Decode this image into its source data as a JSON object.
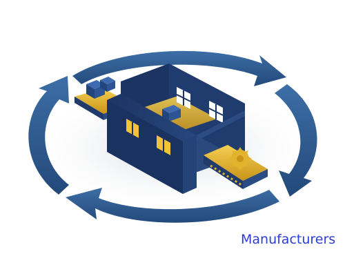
{
  "caption": "Manufacturers",
  "colors": {
    "background": "#ffffff",
    "arrow_blue": "#2c5a8f",
    "building_navy": "#1f3a6b",
    "conveyor_gold": "#e2b42e",
    "caption_blue": "#2b3bd6"
  },
  "icons": [
    "circular-arrow-cycle",
    "factory-building",
    "conveyor-belt",
    "gear-icon",
    "box-icon"
  ]
}
